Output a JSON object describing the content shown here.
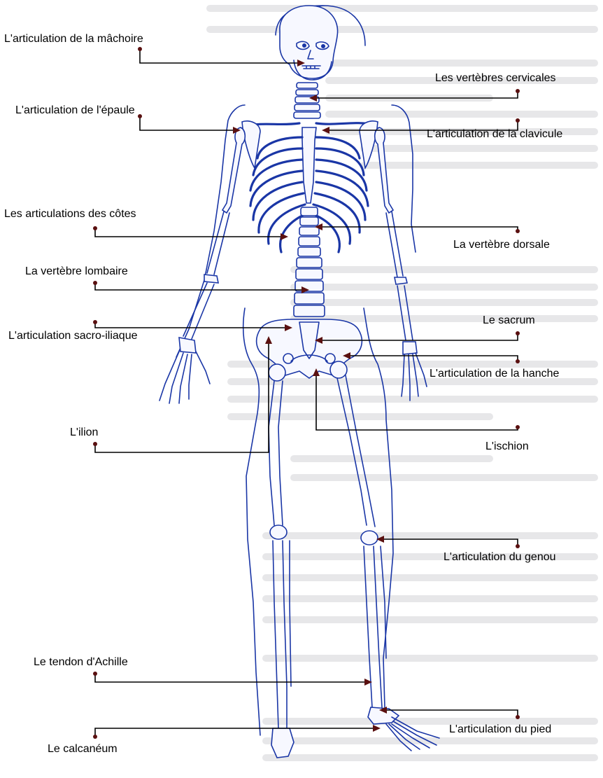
{
  "labels": {
    "jaw": "L'articulation de la mâchoire",
    "cervical": "Les vertèbres cervicales",
    "shoulder": "L'articulation de l'épaule",
    "clavicle": "L'articulation de la clavicule",
    "ribs": "Les articulations des côtes",
    "dorsal": "La vertèbre dorsale",
    "lumbar": "La vertèbre lombaire",
    "sacroiliac": "L'articulation sacro-iliaque",
    "sacrum": "Le sacrum",
    "hip": "L'articulation de la hanche",
    "ilium": "L'ilion",
    "ischium": "L'ischion",
    "knee": "L'articulation du genou",
    "achilles": "Le tendon d'Achille",
    "foot": "L'articulation du pied",
    "calcaneus": "Le calcanéum"
  },
  "colors": {
    "bone_outline": "#1a36a6",
    "leader_line": "#000000",
    "arrow_head": "#5a1010",
    "background_text_lines": "#d4d4d8"
  }
}
